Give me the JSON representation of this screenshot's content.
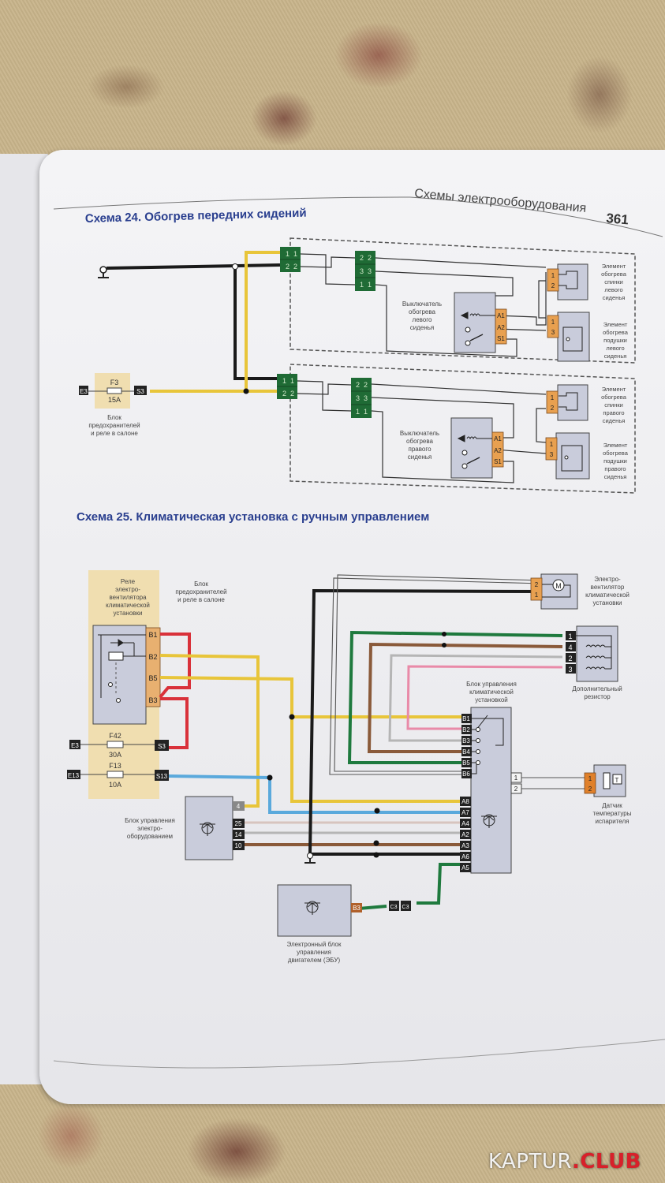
{
  "header": {
    "section_title": "Схемы электрооборудования",
    "page_number": "361"
  },
  "scheme24": {
    "title": "Схема 24. Обогрев передних сидений",
    "fuse": {
      "in": "E3",
      "name": "F3",
      "rating": "15A",
      "out": "S3"
    },
    "fuse_block_label": [
      "Блок",
      "предохранителей",
      "и реле в салоне"
    ],
    "connector_a_pins": [
      "1",
      "1",
      "2",
      "2"
    ],
    "connector_b_pins": [
      "2",
      "2",
      "3",
      "3",
      "1",
      "1"
    ],
    "left_switch_label": [
      "Выключатель",
      "обогрева",
      "левого",
      "сиденья"
    ],
    "right_switch_label": [
      "Выключатель",
      "обогрева",
      "правого",
      "сиденья"
    ],
    "switch_pins": [
      "A1",
      "A2",
      "S1"
    ],
    "back_pins": [
      "1",
      "2"
    ],
    "cushion_pins": [
      "1",
      "3"
    ],
    "left_back_label": [
      "Элемент",
      "обогрева",
      "спинки",
      "левого",
      "сиденья"
    ],
    "left_cushion_label": [
      "Элемент",
      "обогрева",
      "подушки",
      "левого",
      "сиденья"
    ],
    "right_back_label": [
      "Элемент",
      "обогрева",
      "спинки",
      "правого",
      "сиденья"
    ],
    "right_cushion_label": [
      "Элемент",
      "обогрева",
      "подушки",
      "правого",
      "сиденья"
    ]
  },
  "scheme25": {
    "title": "Схема 25. Климатическая установка с ручным управлением",
    "relay_label": [
      "Реле",
      "электро-",
      "вентилятора",
      "климатической",
      "установки"
    ],
    "relay_pins": [
      "B1",
      "B2",
      "B5",
      "B3"
    ],
    "fuse_block_label": [
      "Блок",
      "предохранителей",
      "и реле в салоне"
    ],
    "fuse1": {
      "in": "E3",
      "name": "F42",
      "rating": "30A",
      "out": "S3"
    },
    "fuse2": {
      "in": "E13",
      "name": "F13",
      "rating": "10A",
      "out": "S13"
    },
    "fan_label": [
      "Электро-",
      "вентилятор",
      "климатической",
      "установки"
    ],
    "fan_pins": [
      "2",
      "1"
    ],
    "fan_symbol": "M",
    "resistor_label": [
      "Дополнительный",
      "резистор"
    ],
    "resistor_pins": [
      "1",
      "4",
      "2",
      "3"
    ],
    "climate_unit_label": [
      "Блок управления",
      "климатической",
      "установкой"
    ],
    "climate_unit_pins_b": [
      "B1",
      "B2",
      "B3",
      "B4",
      "B5",
      "B6"
    ],
    "climate_unit_pins_a": [
      "A8",
      "A7",
      "A4",
      "A2",
      "A3",
      "A6",
      "A5"
    ],
    "climate_unit_pins_right": [
      "1",
      "2"
    ],
    "sensor_label": [
      "Датчик",
      "температуры",
      "испарителя"
    ],
    "sensor_pins": [
      "1",
      "2"
    ],
    "sensor_symbol": "T",
    "bcm_label": [
      "Блок управления",
      "электро-",
      "оборудованием"
    ],
    "bcm_pins": [
      "4",
      "25",
      "14",
      "10"
    ],
    "ecu_label": [
      "Электронный блок",
      "управления",
      "двигателем (ЭБУ)"
    ],
    "ecu_pin": "B3",
    "inline_connector": [
      "C3",
      "C3"
    ]
  },
  "colors": {
    "title_blue": "#2a3f8f",
    "wire_yellow": "#e8c53a",
    "wire_red": "#d9313a",
    "wire_green": "#1f7a3e",
    "wire_brown": "#8a5a3a",
    "wire_pink": "#e98aa8",
    "wire_grey": "#b5b5b5",
    "wire_blue": "#5aa9dc",
    "wire_black": "#1a1a1a",
    "connector_green": "#1f6b35",
    "connector_orange": "#e8a050",
    "component_fill": "#c9ccdb",
    "fuse_block_fill": "#f0deb0"
  },
  "watermark": {
    "main": "KAPTUR",
    "dot_club": ".CLUB"
  }
}
